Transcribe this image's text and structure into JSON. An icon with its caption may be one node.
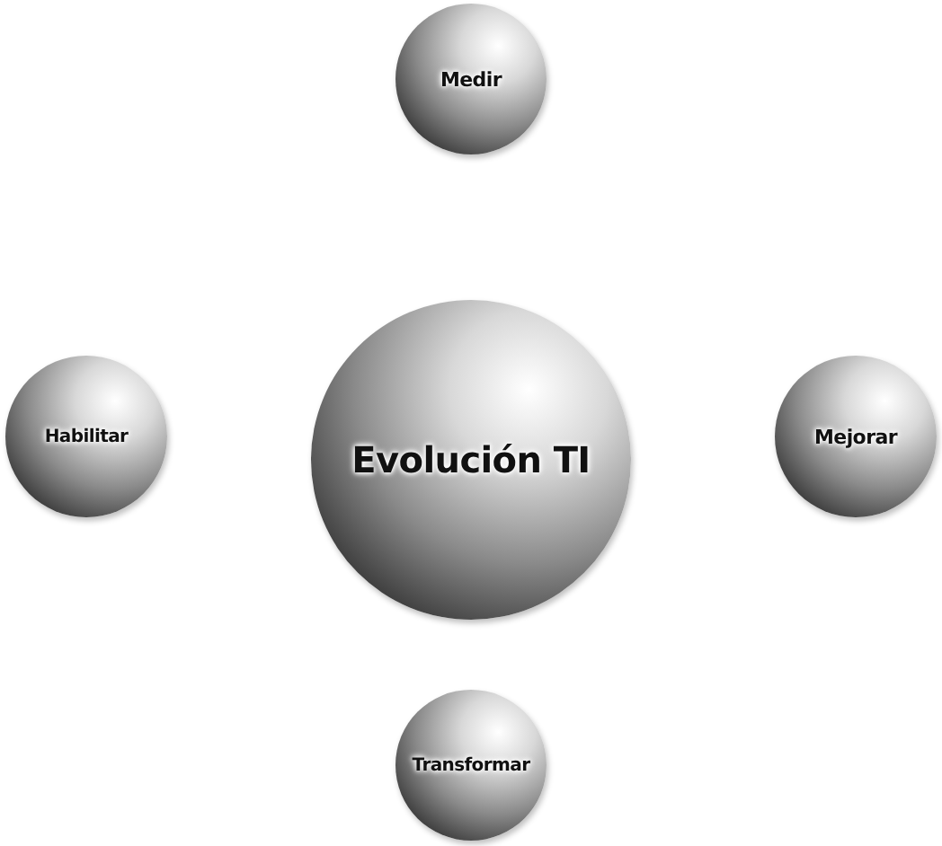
{
  "diagram": {
    "nodes": [
      {
        "text": [
          "Medir"
        ]
      },
      {
        "text": [
          "Habilitar"
        ]
      },
      {
        "text": [
          "Evolución TI"
        ]
      },
      {
        "text": [
          "Mejorar"
        ]
      },
      {
        "text": [
          "Transformar"
        ]
      }
    ]
  }
}
